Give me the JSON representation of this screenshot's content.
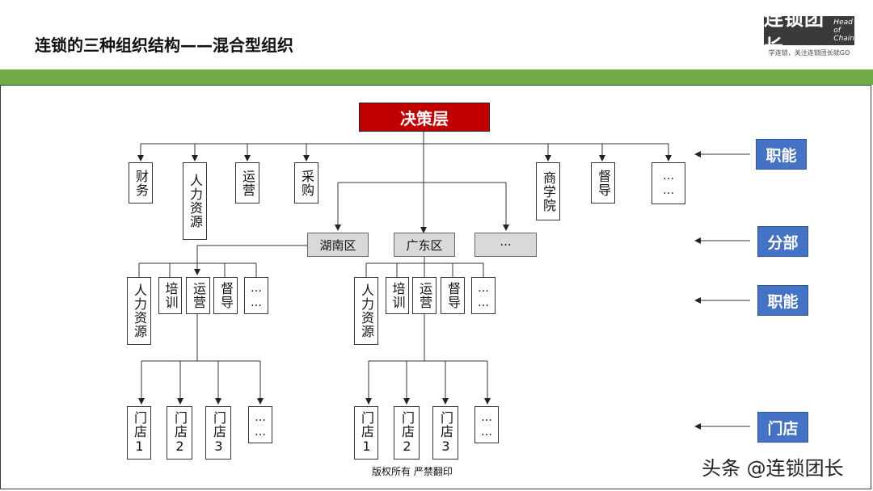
{
  "header": {
    "title": "连锁的三种组织结构——混合型组织",
    "logo_main": "连锁团长",
    "logo_sub": "Head of Chain",
    "logo_tagline": "学连锁，关注连锁团长就GO"
  },
  "colors": {
    "accent_band": "#70ad47",
    "decision": "#c00000",
    "tag": "#4472c4",
    "region": "#d9d9d9"
  },
  "diagram": {
    "decision": "决策层",
    "top_functions": [
      "财务",
      "人力资源",
      "运营",
      "采购",
      "商学院",
      "督导",
      "……"
    ],
    "regions": [
      "湖南区",
      "广东区",
      "···"
    ],
    "region_functions": [
      "人力资源",
      "培训",
      "运营",
      "督导",
      "……"
    ],
    "stores": [
      "门店1",
      "门店2",
      "门店3",
      "……"
    ]
  },
  "side_tags": [
    "职能",
    "分部",
    "职能",
    "门店"
  ],
  "footer": {
    "copyright": "版权所有  严禁翻印",
    "watermark": "头条 @连锁团长"
  }
}
